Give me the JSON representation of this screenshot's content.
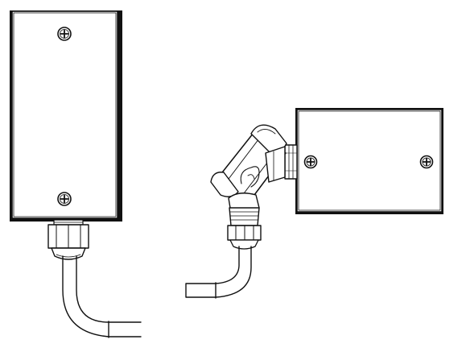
{
  "figure": {
    "background": "#ffffff",
    "ink_color": "#111111",
    "views": [
      {
        "name": "vertical-enclosure-straight-gland",
        "screw_count": 2,
        "cable": "curved-lead"
      },
      {
        "name": "horizontal-enclosure-angled-gland",
        "screw_count": 2,
        "cable": "curved-lead"
      }
    ]
  }
}
